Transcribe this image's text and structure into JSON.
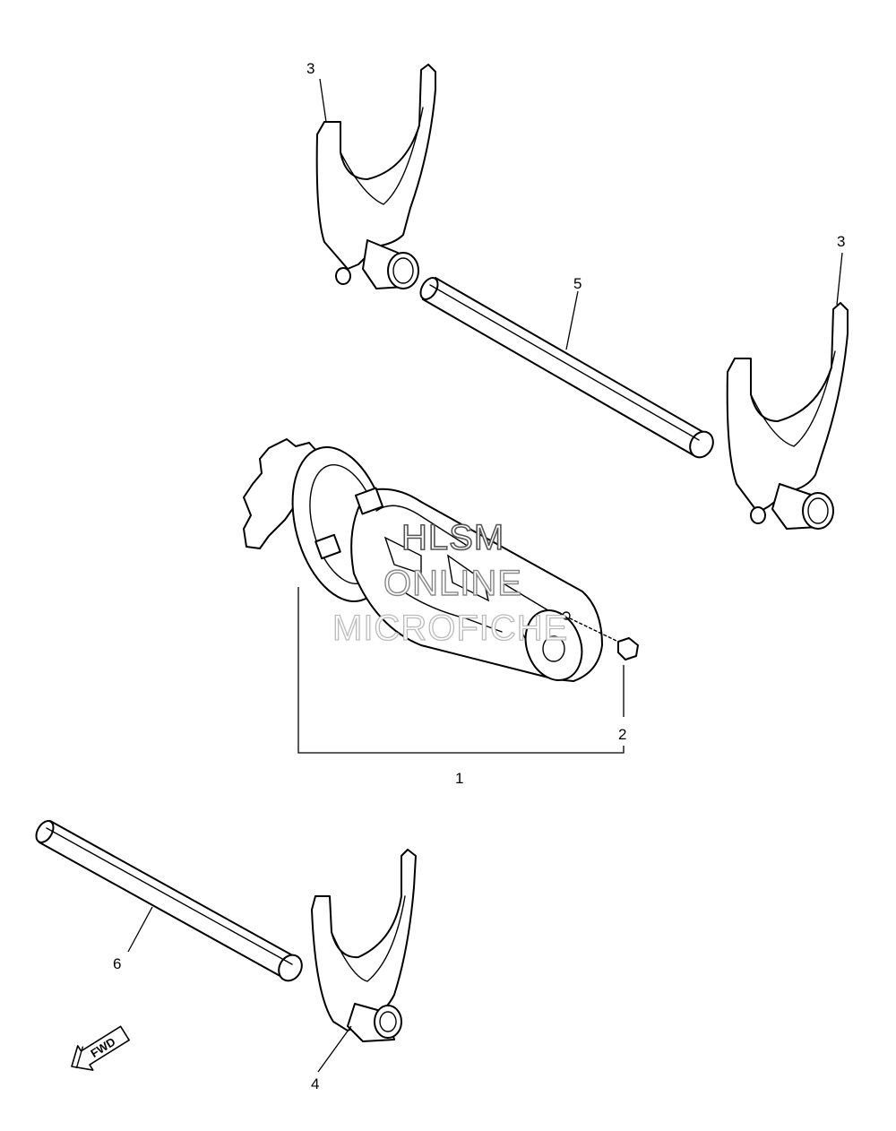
{
  "callouts": {
    "part_1": "1",
    "part_2": "2",
    "part_3_upper": "3",
    "part_3_right": "3",
    "part_4": "4",
    "part_5": "5",
    "part_6": "6"
  },
  "watermark": {
    "line1": "HLSM",
    "line2": "ONLINE",
    "line3": "MICROFICHE"
  },
  "direction_arrow": {
    "label": "FWD"
  }
}
